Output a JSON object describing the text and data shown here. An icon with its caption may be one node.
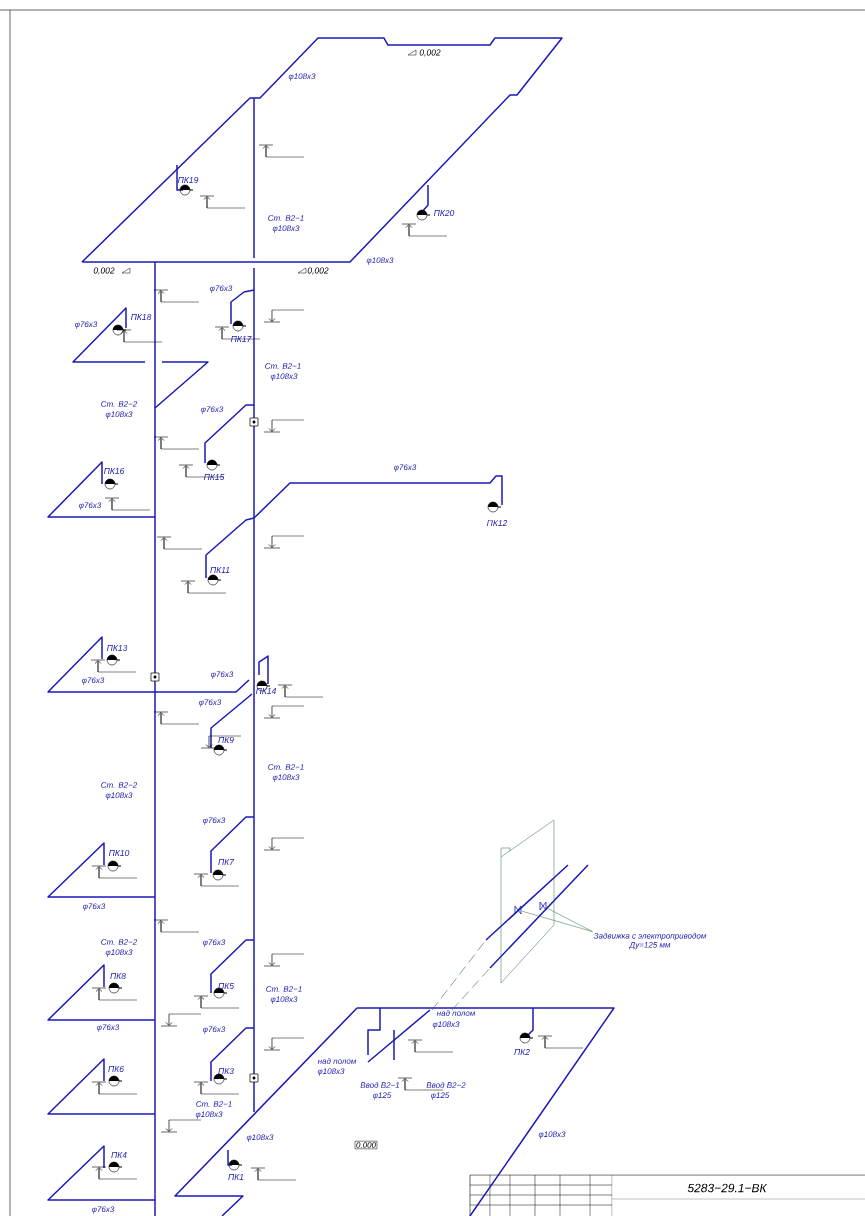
{
  "diagram": {
    "nodes": [
      {
        "text": [
          "Задвижка с электроприводом",
          "Ду=125 мм"
        ]
      },
      {
        "text": [],
        "shape": "valve"
      },
      {
        "text": [],
        "shape": "valve"
      }
    ],
    "edges": [
      {
        "from": 0,
        "to": 1,
        "arrow": "none"
      },
      {
        "from": 0,
        "to": 2,
        "arrow": "none"
      }
    ],
    "labels": [
      "0,002",
      "φ108x3",
      "ПК19",
      "Ст. В2−1",
      "φ108x3",
      "ПК20",
      "φ108x3",
      "0,002",
      "0,002",
      "φ76x3",
      "ПК18",
      "φ76x3",
      "ПК17",
      "Ст. В2−1",
      "φ108x3",
      "Ст. В2−2",
      "φ108x3",
      "φ76x3",
      "φ76x3",
      "ПК16",
      "ПК15",
      "φ76x3",
      "ПК12",
      "ПК11",
      "ПК13",
      "φ76x3",
      "φ76x3",
      "ПК14",
      "φ76x3",
      "ПК9",
      "Ст. В2−1",
      "φ108x3",
      "Ст. В2−2",
      "φ108x3",
      "φ76x3",
      "ПК10",
      "ПК7",
      "φ76x3",
      "Ст. В2−2",
      "φ108x3",
      "φ76x3",
      "ПК8",
      "ПК5",
      "Ст. В2−1",
      "φ108x3",
      "над полом",
      "φ108x3",
      "φ76x3",
      "φ76x3",
      "ПК2",
      "над полом",
      "φ108x3",
      "ПК6",
      "ПК3",
      "Ввод В2−1",
      "φ125",
      "Ввод В2−2",
      "φ125",
      "Ст. В2−1",
      "φ108x3",
      "φ108x3",
      "φ108x3",
      "0.000",
      "ПК4",
      "ПК1",
      "φ76x3",
      "5283−29.1−ВК"
    ]
  }
}
